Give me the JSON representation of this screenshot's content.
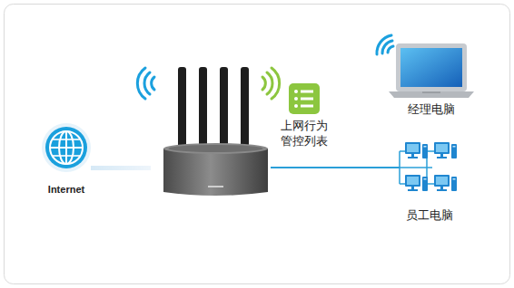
{
  "diagram": {
    "nodes": [
      {
        "text": [
          "Internet"
        ]
      },
      {
        "text": [
          "上网行为 管控列表"
        ]
      },
      {
        "text": [
          "经理电脑"
        ]
      },
      {
        "text": [
          "员工电脑"
        ]
      }
    ]
  }
}
